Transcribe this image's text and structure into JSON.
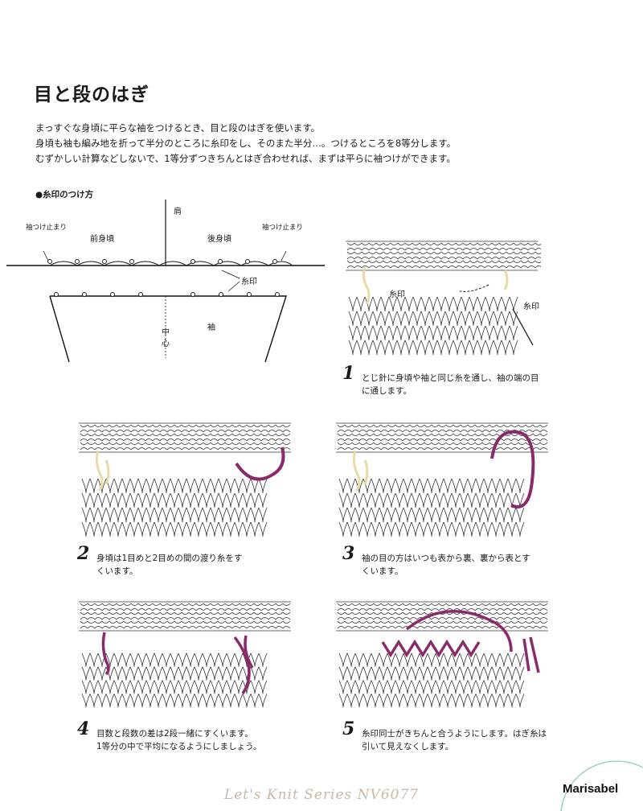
{
  "page": {
    "title": "目と段のはぎ",
    "intro": [
      "まっすぐな身頃に平らな袖をつけるとき、目と段のはぎを使います。",
      "身頃も袖も編み地を折って半分のところに糸印をし、そのまた半分…。つけるところを8等分します。",
      "むずかしい計算などしないで、1等分ずつきちんとはぎ合わせれば、まずは平らに袖つけができます。"
    ]
  },
  "diagram": {
    "subtitle": "●糸印のつけ方",
    "shoulder": "肩",
    "front": "前身頃",
    "back": "後身頃",
    "stop_left": "袖つけ止まり",
    "stop_right": "袖つけ止まり",
    "marker": "糸印",
    "center_1": "中",
    "center_2": "心",
    "sleeve": "袖"
  },
  "illustrations": {
    "fig1_marker_a": "糸印",
    "fig1_marker_b": "糸印"
  },
  "steps": [
    {
      "num": "1",
      "lines": [
        "とじ針に身頃や袖と同じ糸を通し、袖の端の目",
        "に通します。"
      ]
    },
    {
      "num": "2",
      "lines": [
        "身頃は1目めと2目めの間の渡り糸をす",
        "くいます。"
      ]
    },
    {
      "num": "3",
      "lines": [
        "袖の目の方はいつも表から裏、裏から表とす",
        "くいます。"
      ]
    },
    {
      "num": "4",
      "lines": [
        "目数と段数の差は2段一緒にすくいます。",
        "1等分の中で平均になるようにしましょう。"
      ]
    },
    {
      "num": "5",
      "lines": [
        "糸印同士がきちんと合うようにします。はぎ糸は",
        "引いて見えなくします。"
      ]
    }
  ],
  "footer": {
    "series": "Let's Knit Series NV6077",
    "brand": "Marisabel"
  },
  "colors": {
    "yarn": "#8a2a6a",
    "marker_yarn": "#e8d9a8",
    "knit_line": "#333333"
  }
}
